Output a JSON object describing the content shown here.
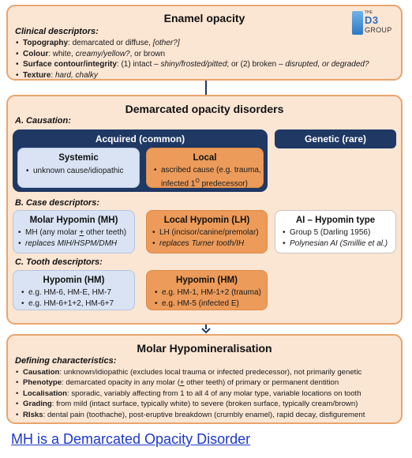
{
  "enamel_opacity": {
    "title": "Enamel opacity",
    "logo": {
      "line1": "THE",
      "line2": "D3",
      "line3": "GROUP"
    },
    "section": "Clinical descriptors:",
    "items": [
      {
        "label": "Topography",
        "plain": ": demarcated or diffuse, ",
        "italic": "[other?]",
        "rest": ""
      },
      {
        "label": "Colour",
        "plain": ": white, ",
        "italic": "creamy/yellow?",
        "rest": ", or brown"
      },
      {
        "label": "Surface contour/integrity",
        "plain": ": (1) intact – ",
        "italic": "shiny/frosted/pitted",
        "mid": "; or (2) broken – ",
        "italic2": "disrupted, or degraded?"
      },
      {
        "label": "Texture",
        "plain": ": ",
        "italic": "hard, chalky",
        "rest": ""
      }
    ]
  },
  "demarcated": {
    "title": "Demarcated opacity disorders",
    "causation": {
      "section": "A. Causation:",
      "acquired_title": "Acquired (common)",
      "genetic_title": "Genetic (rare)",
      "systemic": {
        "title": "Systemic",
        "items": [
          "unknown cause/idiopathic"
        ]
      },
      "local": {
        "title": "Local",
        "line1": "ascribed cause (e.g. trauma,",
        "line2_pre": "infected 1",
        "line2_sup": "O",
        "line2_post": " predecessor)"
      }
    },
    "case": {
      "section": "B. Case descriptors:",
      "mh": {
        "title": "Molar Hypomin (MH)",
        "item1_pre": "MH (any molar ",
        "item1_pm": "+",
        "item1_post": " other teeth)",
        "item2": "replaces MIH/HSPM/DMH"
      },
      "lh": {
        "title": "Local Hypomin (LH)",
        "item1": "LH (incisor/canine/premolar)",
        "item2": "replaces Turner tooth/IH"
      },
      "ai": {
        "title": "AI – Hypomin type",
        "item1": "Group 5 (Darling 1956)",
        "item2_pre": "Polynesian AI ",
        "item2_paren": "(Smillie et al.)"
      }
    },
    "tooth": {
      "section": "C. Tooth descriptors:",
      "left": {
        "title": "Hypomin (HM)",
        "items": [
          "e.g. HM-6, HM-E, HM-7",
          "e.g. HM-6+1+2, HM-6+7"
        ]
      },
      "right": {
        "title": "Hypomin (HM)",
        "items": [
          "e.g. HM-1, HM-1+2 (trauma)",
          "e.g. HM-5 (infected E)"
        ]
      }
    }
  },
  "molar": {
    "title": "Molar Hypomineralisation",
    "section": "Defining characteristics:",
    "items": [
      {
        "label": "Causation",
        "text": ": unknown/idiopathic (excludes local trauma or infected predecessor), not primarily genetic"
      },
      {
        "label": "Phenotype",
        "text_pre": ": demarcated opacity in any molar (",
        "pm": "+",
        "text_post": " other teeth) of primary or permanent dentition"
      },
      {
        "label": "Localisation",
        "text": ": sporadic, variably affecting from 1 to all 4 of any molar type, variable locations on tooth"
      },
      {
        "label": "Grading",
        "text": ": from mild (intact surface, typically white) to severe (broken surface, typically cream/brown)"
      },
      {
        "label": "RIsks",
        "text": ": dental pain (toothache), post-eruptive breakdown (crumbly enamel), rapid decay, disfigurement"
      }
    ]
  },
  "caption": "MH is a Demarcated Opacity Disorder"
}
